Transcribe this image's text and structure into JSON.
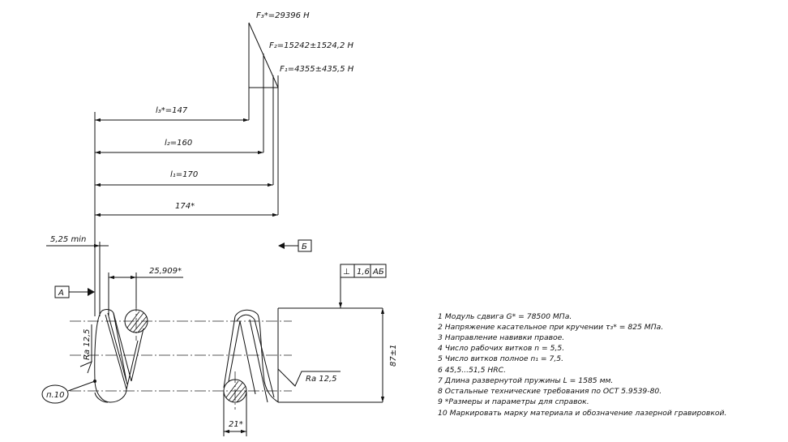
{
  "forces": {
    "f3": "F₃*=29396 Н",
    "f2": "F₂=15242±1524,2 Н",
    "f1": "F₁=4355±435,5 Н"
  },
  "dims": {
    "l3": "l₃*=147",
    "l2": "l₂=160",
    "l1": "l₁=170",
    "total": "174*",
    "min_gap": "5,25 min",
    "pitch": "25,909*",
    "diameter": "87±1",
    "wire": "21*"
  },
  "datums": {
    "a": "А",
    "b": "Б"
  },
  "tolerance": {
    "symbol": "⊥",
    "value": "1,6",
    "bases": "АБ"
  },
  "roughness": {
    "left": "Ra 12,5",
    "right": "Ra 12,5"
  },
  "callout": "п.10",
  "notes": [
    "1  Модуль сдвига G* = 78500 МПа.",
    "2  Напряжение касательное при кручении τ₃* = 825 МПа.",
    "3  Направление навивки правое.",
    "4  Число рабочих витков n = 5,5.",
    "5  Число витков полное n₁ = 7,5.",
    "6  45,5...51,5 HRC.",
    "7  Длина развернутой пружины L = 1585 мм.",
    "8  Остальные технические требования по ОСТ 5.9539-80.",
    "9  *Размеры и параметры для справок.",
    "10  Маркировать марку материала и обозначение лазерной гравировкой."
  ]
}
